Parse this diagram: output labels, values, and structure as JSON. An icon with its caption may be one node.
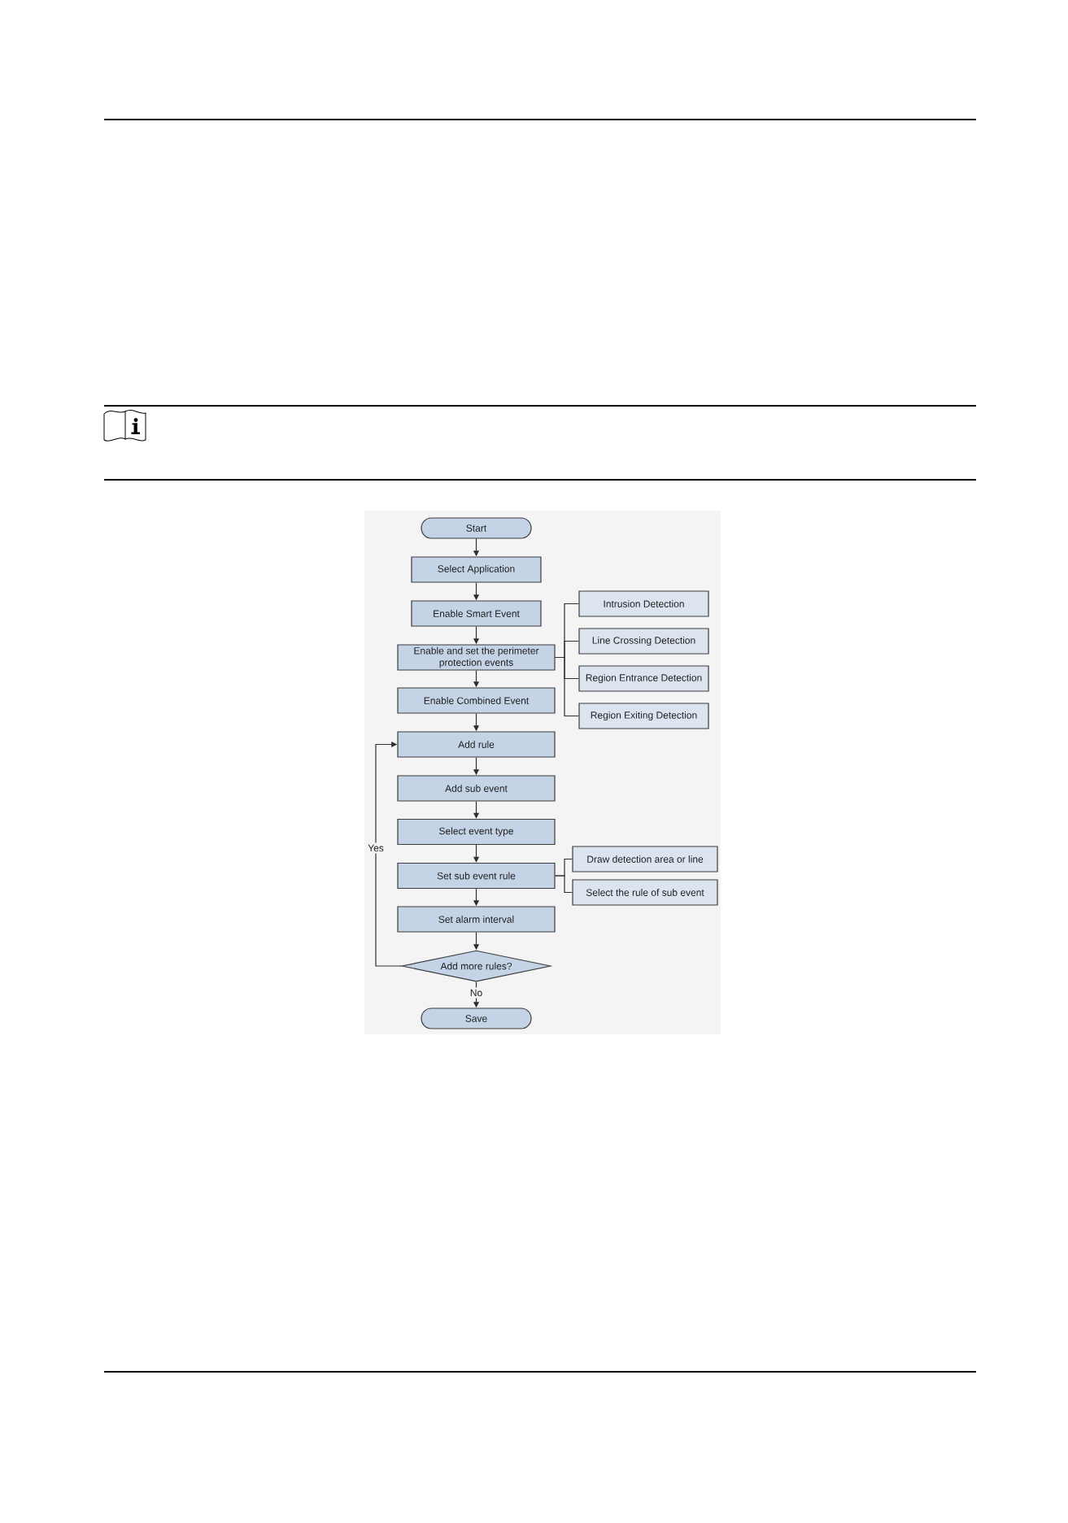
{
  "diagram": {
    "nodes": [
      {
        "text": [
          "Start"
        ]
      },
      {
        "text": [
          "Select Application"
        ]
      },
      {
        "text": [
          "Enable Smart Event"
        ]
      },
      {
        "text": [
          "Enable and set the perimeter protection events"
        ]
      },
      {
        "text": [
          "Intrusion Detection"
        ]
      },
      {
        "text": [
          "Line Crossing Detection"
        ]
      },
      {
        "text": [
          "Region Entrance Detection"
        ]
      },
      {
        "text": [
          "Region Exiting Detection"
        ]
      },
      {
        "text": [
          "Enable Combined Event"
        ]
      },
      {
        "text": [
          "Add rule"
        ]
      },
      {
        "text": [
          "Add sub event"
        ]
      },
      {
        "text": [
          "Select event type"
        ]
      },
      {
        "text": [
          "Set sub event rule"
        ]
      },
      {
        "text": [
          "Draw detection area or line"
        ]
      },
      {
        "text": [
          "Select the rule of sub event"
        ]
      },
      {
        "text": [
          "Set alarm interval"
        ]
      },
      {
        "text": [
          "Add more rules?"
        ]
      },
      {
        "text": [
          "Save"
        ]
      }
    ],
    "edges": [
      {
        "from": 0,
        "to": 1,
        "arrow": "to"
      },
      {
        "from": 1,
        "to": 2,
        "arrow": "to"
      },
      {
        "from": 2,
        "to": 3,
        "arrow": "to"
      },
      {
        "from": 3,
        "to": 4,
        "arrow": "none"
      },
      {
        "from": 3,
        "to": 5,
        "arrow": "none"
      },
      {
        "from": 3,
        "to": 6,
        "arrow": "none"
      },
      {
        "from": 3,
        "to": 7,
        "arrow": "none"
      },
      {
        "from": 3,
        "to": 8,
        "arrow": "to"
      },
      {
        "from": 8,
        "to": 9,
        "arrow": "to"
      },
      {
        "from": 9,
        "to": 10,
        "arrow": "to"
      },
      {
        "from": 10,
        "to": 11,
        "arrow": "to"
      },
      {
        "from": 11,
        "to": 12,
        "arrow": "to"
      },
      {
        "from": 12,
        "to": 13,
        "arrow": "none"
      },
      {
        "from": 12,
        "to": 14,
        "arrow": "none"
      },
      {
        "from": 12,
        "to": 15,
        "arrow": "to"
      },
      {
        "from": 15,
        "to": 16,
        "arrow": "to"
      },
      {
        "from": 16,
        "to": 17,
        "arrow": "to",
        "label": "No"
      },
      {
        "from": 16,
        "to": 9,
        "arrow": "to",
        "label": "Yes"
      }
    ]
  }
}
